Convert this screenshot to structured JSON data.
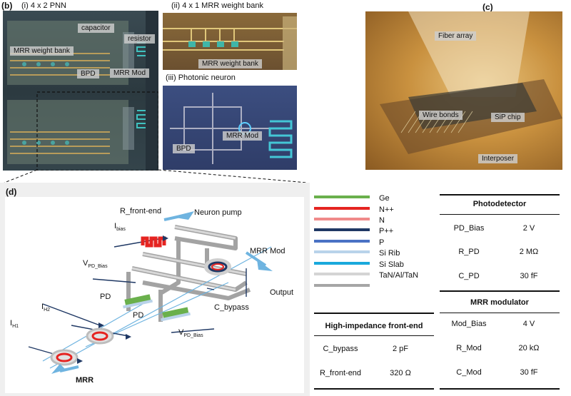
{
  "panel_b": {
    "label": "(b)",
    "sub_i": "(i) 4 x 2 PNN",
    "sub_ii": "(ii) 4 x 1 MRR weight bank",
    "sub_iii": "(iii) Photonic neuron",
    "tags_i": {
      "capacitor": "capacitor",
      "resistor": "resistor",
      "weight_bank": "MRR weight bank",
      "bpd": "BPD",
      "mrr_mod": "MRR Mod"
    },
    "tags_ii": {
      "weight_bank": "MRR weight bank"
    },
    "tags_iii": {
      "mrr_mod": "MRR Mod",
      "bpd": "BPD"
    }
  },
  "panel_c": {
    "label": "(c)",
    "tags": {
      "fiber_array": "Fiber array",
      "wire_bonds": "Wire bonds",
      "sip_chip": "SiP chip",
      "interposer": "Interposer"
    }
  },
  "panel_d": {
    "label": "(d)",
    "labels": {
      "r_front_end": "R_front-end",
      "neuron_pump": "Neuron pump",
      "ibias": "I",
      "ibias_sub": "bias",
      "mrr_mod": "MRR Mod",
      "vpd_top": "V",
      "vpd_top_sub": "PD_Bias",
      "output": "Output",
      "pd_upper": "PD",
      "pd_lower": "PD",
      "c_bypass": "C_bypass",
      "ih2": "I",
      "ih2_sub": "H2",
      "ih1": "I",
      "ih1_sub": "H1",
      "vpd_bottom": "V",
      "vpd_bottom_sub": "PD_Bias",
      "mrr": "MRR"
    }
  },
  "legend": [
    {
      "label": "Ge",
      "color": "#6ab04c"
    },
    {
      "label": "N++",
      "color": "#e52421"
    },
    {
      "label": "N",
      "color": "#f08a8a"
    },
    {
      "label": "P++",
      "color": "#1f3864"
    },
    {
      "label": "P",
      "color": "#4a72c4"
    },
    {
      "label": "Si Rib",
      "color": "#b9d3ea"
    },
    {
      "label": "Si Slab",
      "color": "#1aa9dc"
    },
    {
      "label": "TaN/Al/TaN",
      "color": "#d4d4d4"
    },
    {
      "label": "",
      "color": "#a6a6a6"
    }
  ],
  "photodetector_table": {
    "title": "Photodetector",
    "rows": [
      {
        "param": "PD_Bias",
        "value": "2 V"
      },
      {
        "param": "R_PD",
        "value": "2 MΩ"
      },
      {
        "param": "C_PD",
        "value": "30 fF"
      }
    ]
  },
  "mrr_modulator_table": {
    "title": "MRR modulator",
    "rows": [
      {
        "param": "Mod_Bias",
        "value": "4 V"
      },
      {
        "param": "R_Mod",
        "value": "20 kΩ"
      },
      {
        "param": "C_Mod",
        "value": "30 fF"
      }
    ]
  },
  "front_end_table": {
    "title": "High-impedance front-end",
    "rows": [
      {
        "param": "C_bypass",
        "value": "2 pF"
      },
      {
        "param": "R_front-end",
        "value": "320 Ω"
      }
    ]
  }
}
